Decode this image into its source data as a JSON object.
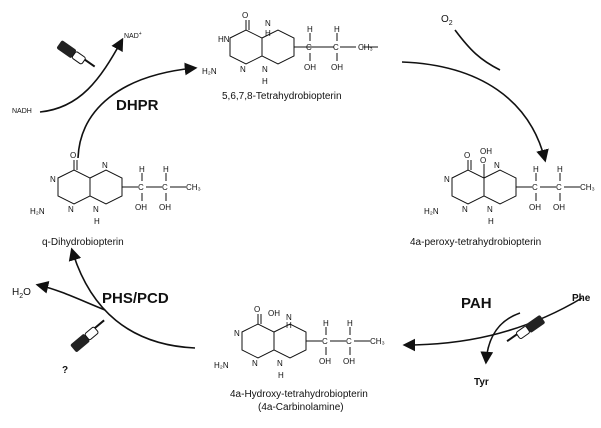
{
  "molecules": {
    "tetrahydro": {
      "name": "5,6,7,8-Tetrahydrobiopterin"
    },
    "peroxy": {
      "name": "4a-peroxy-tetrahydrobiopterin"
    },
    "hydroxy": {
      "name": "4a-Hydroxy-tetrahydrobiopterin",
      "subname": "(4a-Carbinolamine)"
    },
    "dihydro": {
      "name": "q-Dihydrobiopterin"
    }
  },
  "enzymes": {
    "dhpr": "DHPR",
    "pah": "PAH",
    "phs_pcd": "PHS/PCD"
  },
  "cofactors": {
    "nadh": "NADH",
    "nad": "NAD",
    "nad_sup": "+",
    "o2": "O",
    "o2_sub": "2",
    "phe": "Phe",
    "tyr": "Tyr",
    "h2o": "H",
    "h2o_sub": "2",
    "h2o_end": "O",
    "question": "?"
  },
  "atoms": {
    "O": "O",
    "H": "H",
    "N": "N",
    "HN": "HN",
    "H2N": "H₂N",
    "C": "C",
    "OH": "OH",
    "CH3": "CH₃",
    "NH": "NH"
  }
}
